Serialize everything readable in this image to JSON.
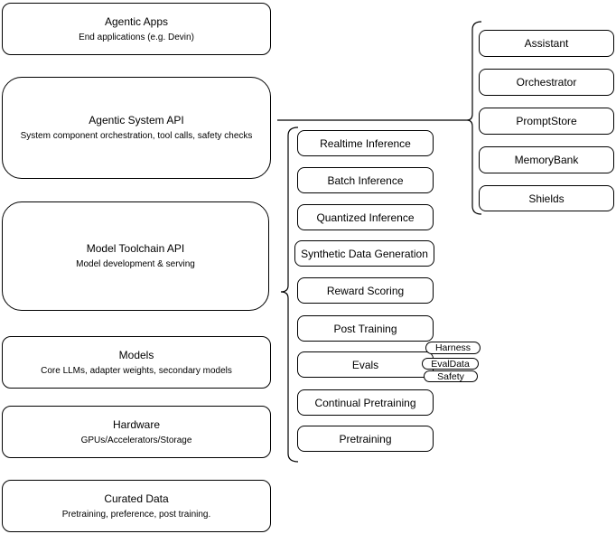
{
  "diagram": {
    "left_stack": {
      "items": [
        {
          "title": "Agentic Apps",
          "subtitle": "End applications (e.g. Devin)"
        },
        {
          "title": "Agentic System API",
          "subtitle": "System component orchestration, tool calls, safety checks"
        },
        {
          "title": "Model Toolchain API",
          "subtitle": "Model development & serving"
        },
        {
          "title": "Models",
          "subtitle": "Core LLMs, adapter weights, secondary models"
        },
        {
          "title": "Hardware",
          "subtitle": "GPUs/Accelerators/Storage"
        },
        {
          "title": "Curated Data",
          "subtitle": "Pretraining, preference, post training."
        }
      ]
    },
    "toolchain_group": {
      "items": [
        {
          "label": "Realtime Inference"
        },
        {
          "label": "Batch Inference"
        },
        {
          "label": "Quantized Inference"
        },
        {
          "label": "Synthetic Data Generation"
        },
        {
          "label": "Reward Scoring"
        },
        {
          "label": "Post Training"
        },
        {
          "label": "Evals"
        },
        {
          "label": "Continual Pretraining"
        },
        {
          "label": "Pretraining"
        }
      ],
      "evals_tags": [
        {
          "label": "Harness"
        },
        {
          "label": "EvalData"
        },
        {
          "label": "Safety"
        }
      ]
    },
    "system_group": {
      "items": [
        {
          "label": "Assistant"
        },
        {
          "label": "Orchestrator"
        },
        {
          "label": "PromptStore"
        },
        {
          "label": "MemoryBank"
        },
        {
          "label": "Shields"
        }
      ]
    },
    "colors": {
      "stroke": "#000000",
      "fill": "#ffffff"
    }
  }
}
